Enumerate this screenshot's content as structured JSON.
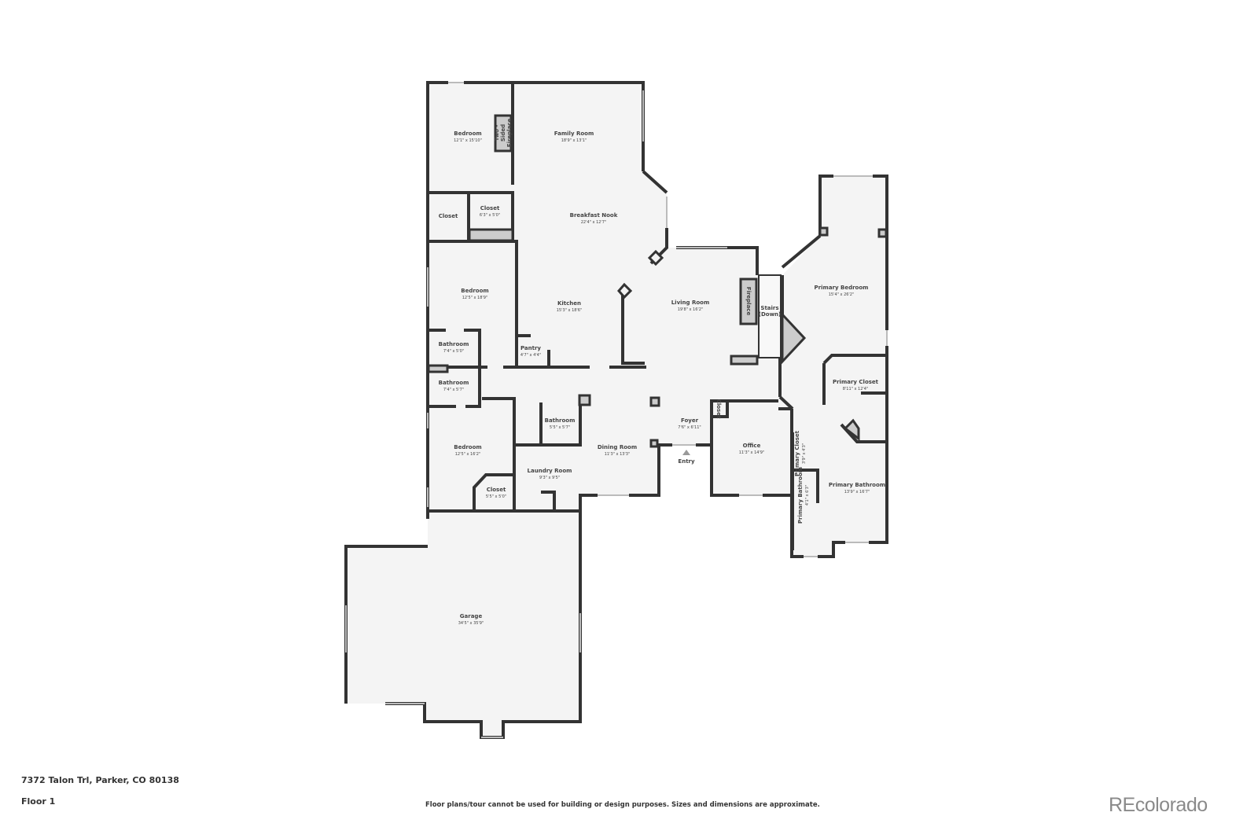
{
  "address": "7372 Talon Trl, Parker, CO 80138",
  "floor_label": "Floor 1",
  "disclaimer": "Floor plans/tour cannot be used for building or design purposes. Sizes and dimensions are approximate.",
  "brand": "REcolorado",
  "entry_label": "Entry",
  "colors": {
    "wall": "#333333",
    "floor_fill": "#f4f4f4",
    "hatch": "#bbbbbb",
    "brand": "#8a8a8a"
  },
  "rooms": [
    {
      "name": "Bedroom",
      "dims": "12'1\" x 15'10\""
    },
    {
      "name": "Family Room",
      "dims": "18'9\" x 13'1\""
    },
    {
      "name": "Closet",
      "dims": ""
    },
    {
      "name": "Closet",
      "dims": "6'3\" x 5'0\""
    },
    {
      "name": "Breakfast Nook",
      "dims": "22'4\" x 12'7\""
    },
    {
      "name": "Bedroom",
      "dims": "12'5\" x 18'9\""
    },
    {
      "name": "Kitchen",
      "dims": "15'3\" x 18'6\""
    },
    {
      "name": "Living Room",
      "dims": "19'8\" x 16'2\""
    },
    {
      "name": "Bathroom",
      "dims": "7'4\" x 5'0\""
    },
    {
      "name": "Pantry",
      "dims": "4'7\" x 4'4\""
    },
    {
      "name": "Bathroom",
      "dims": "7'4\" x 5'7\""
    },
    {
      "name": "Bathroom",
      "dims": "5'5\" x 5'7\""
    },
    {
      "name": "Bedroom",
      "dims": "12'5\" x 16'2\""
    },
    {
      "name": "Closet",
      "dims": "5'5\" x 5'0\""
    },
    {
      "name": "Laundry Room",
      "dims": "9'3\" x 9'5\""
    },
    {
      "name": "Dining Room",
      "dims": "11'3\" x 13'3\""
    },
    {
      "name": "Foyer",
      "dims": "7'6\" x 6'11\""
    },
    {
      "name": "Office",
      "dims": "11'3\" x 14'9\""
    },
    {
      "name": "Primary Bedroom",
      "dims": "15'4\" x 26'2\""
    },
    {
      "name": "Primary Closet",
      "dims": "8'11\" x 12'4\""
    },
    {
      "name": "Primary Bathroom",
      "dims": "13'9\" x 16'7\""
    },
    {
      "name": "Garage",
      "dims": "34'5\" x 35'9\""
    },
    {
      "name": "Primary Closet",
      "dims": "3'9\" x 4'3\""
    },
    {
      "name": "Primary Bathroom",
      "dims": "4'1\" x 6'3\""
    }
  ],
  "features": {
    "fireplace_two_sided": "Two - Sided Fireplace",
    "fireplace": "Fireplace",
    "stairs": "Stairs (Down)",
    "foyer_closet": "Closet"
  }
}
